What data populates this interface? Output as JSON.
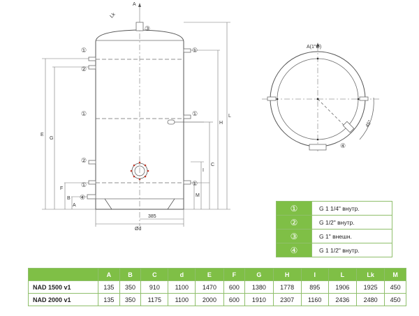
{
  "drawing": {
    "side_view": {
      "top_port_label": "A",
      "lk_label": "Lk",
      "bottom_dimension": "385",
      "diameter_label": "Ød",
      "port_markers": [
        {
          "id": "1",
          "label": "①"
        },
        {
          "id": "2",
          "label": "②"
        },
        {
          "id": "3",
          "label": "③"
        },
        {
          "id": "4",
          "label": "④"
        }
      ],
      "dim_letters": {
        "E": "E",
        "G": "G",
        "F": "F",
        "B": "B",
        "A": "A",
        "L": "L",
        "H": "H",
        "C": "C",
        "I": "I",
        "M": "M"
      }
    },
    "top_view": {
      "port_label": "A(1\"Ø)",
      "angle_label": "45°",
      "marker": "④"
    }
  },
  "legend": [
    {
      "symbol": "①",
      "text": "G 1 1/4\"  внутр."
    },
    {
      "symbol": "②",
      "text": "G 1/2\"  внутр."
    },
    {
      "symbol": "③",
      "text": "G 1\"  внешн."
    },
    {
      "symbol": "④",
      "text": "G 1 1/2\"  внутр."
    }
  ],
  "specs": {
    "headers": [
      "A",
      "B",
      "C",
      "d",
      "E",
      "F",
      "G",
      "H",
      "I",
      "L",
      "Lk",
      "M"
    ],
    "rows": [
      {
        "model": "NAD 1500 v1",
        "values": [
          "135",
          "350",
          "910",
          "1100",
          "1470",
          "600",
          "1380",
          "1778",
          "895",
          "1906",
          "1925",
          "450"
        ]
      },
      {
        "model": "NAD 2000 v1",
        "values": [
          "135",
          "350",
          "1175",
          "1100",
          "2000",
          "600",
          "1910",
          "2307",
          "1160",
          "2436",
          "2480",
          "450"
        ]
      }
    ]
  }
}
